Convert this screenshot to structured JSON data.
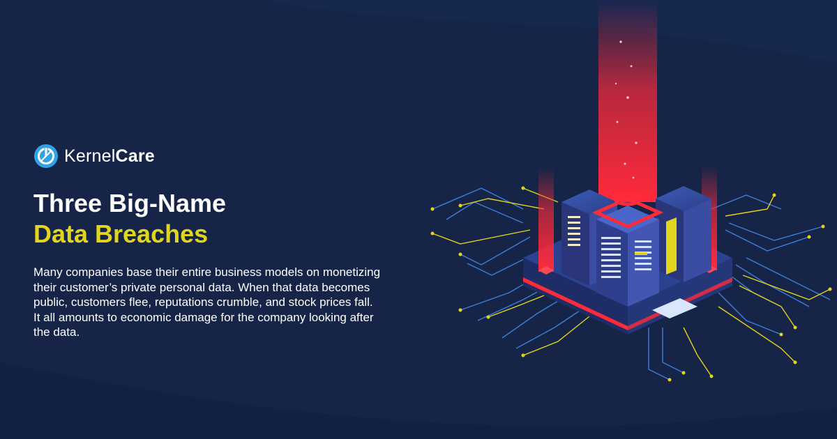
{
  "brand": {
    "name_light": "Kernel",
    "name_bold": "Care"
  },
  "headline": {
    "line1": "Three Big-Name",
    "line2": "Data Breaches"
  },
  "description": "Many companies base their entire business models on monetizing their customer’s private personal data. When that data becomes public, customers flee, reputations crumble, and stock prices fall. It all amounts to economic damage for the company looking after the data.",
  "colors": {
    "background": "#152447",
    "accent_yellow": "#e2d51d",
    "logo_blue": "#2fa3e6",
    "beam_red": "#ff2a3a",
    "circuit_blue": "#3f7fd8"
  },
  "icons": {
    "logo": "kernelcare-logo-icon",
    "illustration": "server-data-breach-illustration"
  }
}
